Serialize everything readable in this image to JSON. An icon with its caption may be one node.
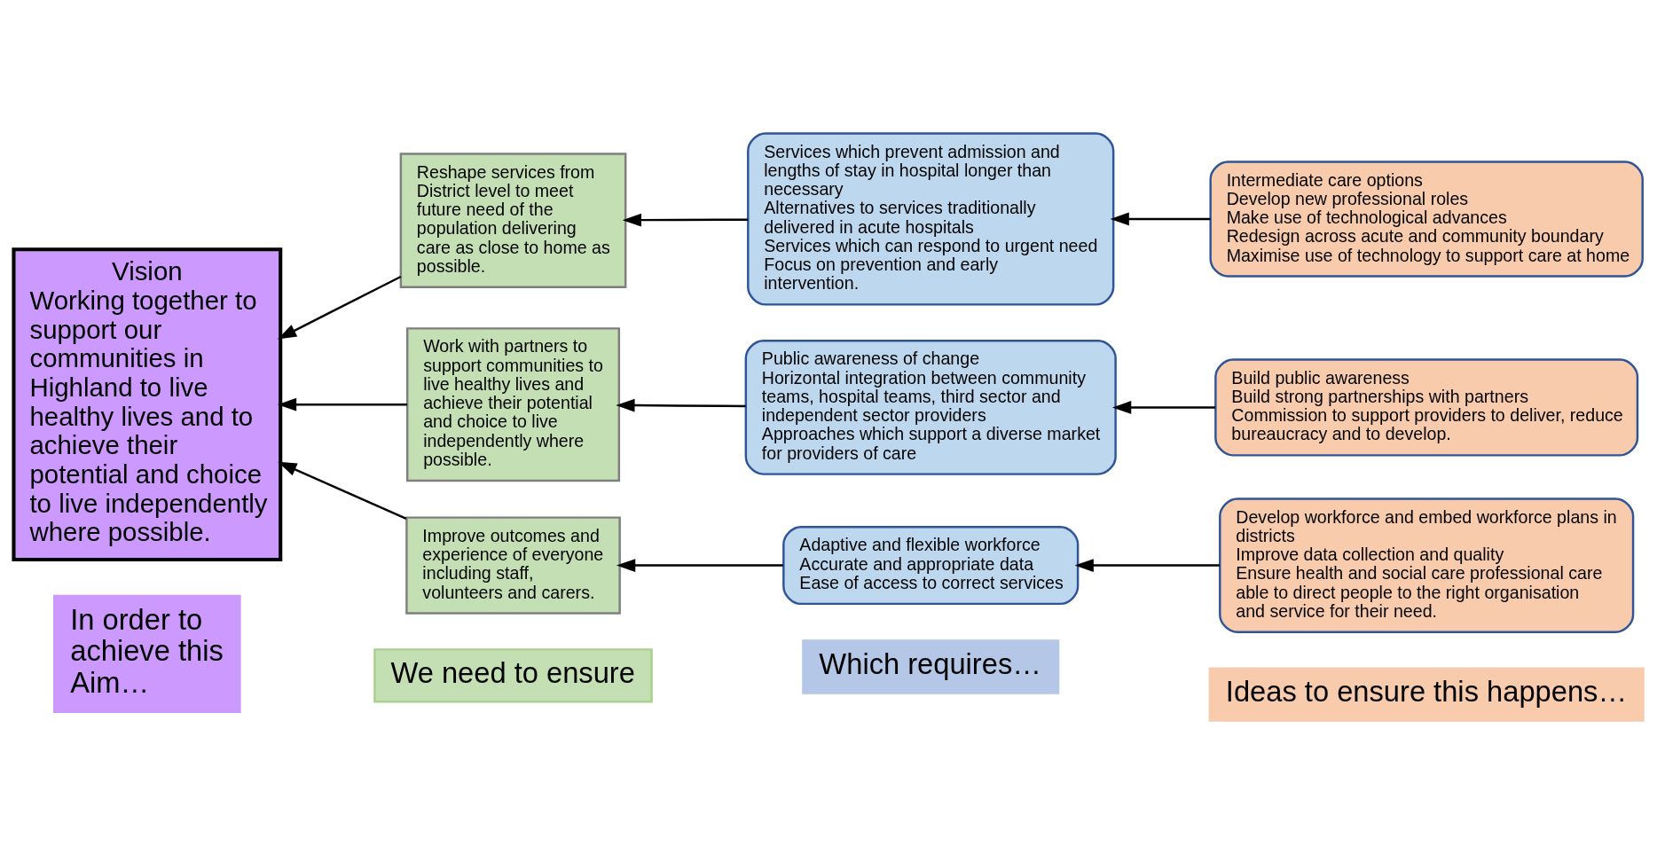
{
  "diagram": {
    "nodes": [
      {
        "text": [
          "In order to achieve this Aim…"
        ]
      },
      {
        "text": [
          "We need to ensure"
        ]
      },
      {
        "text": [
          "Which requires…"
        ]
      },
      {
        "text": [
          "Ideas to ensure this happens…"
        ]
      },
      {
        "text": [
          "Vision",
          "Working together to support our communities in Highland to live healthy lives and to achieve their potential and choice to live independently where possible."
        ]
      },
      {
        "text": [
          "Reshape services from District level to meet future need of the population delivering care as close to home as possible."
        ]
      },
      {
        "text": [
          "Work with partners to support communities to live healthy lives and achieve their potential and choice to live independently where possible."
        ]
      },
      {
        "text": [
          "Improve outcomes and experience of everyone including staff, volunteers and carers."
        ]
      },
      {
        "text": [
          "Services which prevent admission and lengths of stay in hospital longer than necessary",
          "Alternatives to services traditionally delivered in acute hospitals",
          "Services which can respond to urgent need",
          "Focus on prevention and early intervention."
        ]
      },
      {
        "text": [
          "Public awareness of change",
          "Horizontal integration between community teams, hospital teams, third sector and independent sector providers",
          "Approaches which support a diverse market for providers of care"
        ]
      },
      {
        "text": [
          "Adaptive and flexible workforce",
          "Accurate and appropriate data",
          "Ease of access to correct services"
        ]
      },
      {
        "text": [
          "Intermediate care options",
          "Develop new professional roles",
          "Make use of technological advances",
          "Redesign across acute and community boundary",
          "Maximise use of technology to support care at home"
        ]
      },
      {
        "text": [
          "Build public awareness",
          "Build strong partnerships with partners",
          "Commission to support providers to deliver, reduce bureaucracy and to develop."
        ]
      },
      {
        "text": [
          "Develop workforce and embed workforce plans in districts",
          "Improve data collection and quality",
          "Ensure health and social care professional care able to direct people to the right organisation and service for their need."
        ]
      }
    ],
    "edges": [
      {
        "from": 5,
        "to": 4,
        "arrow": "to"
      },
      {
        "from": 6,
        "to": 4,
        "arrow": "to"
      },
      {
        "from": 7,
        "to": 4,
        "arrow": "to"
      },
      {
        "from": 8,
        "to": 5,
        "arrow": "to"
      },
      {
        "from": 9,
        "to": 6,
        "arrow": "to"
      },
      {
        "from": 10,
        "to": 7,
        "arrow": "to"
      },
      {
        "from": 11,
        "to": 8,
        "arrow": "to"
      },
      {
        "from": 12,
        "to": 9,
        "arrow": "to"
      },
      {
        "from": 13,
        "to": 10,
        "arrow": "to"
      }
    ]
  }
}
